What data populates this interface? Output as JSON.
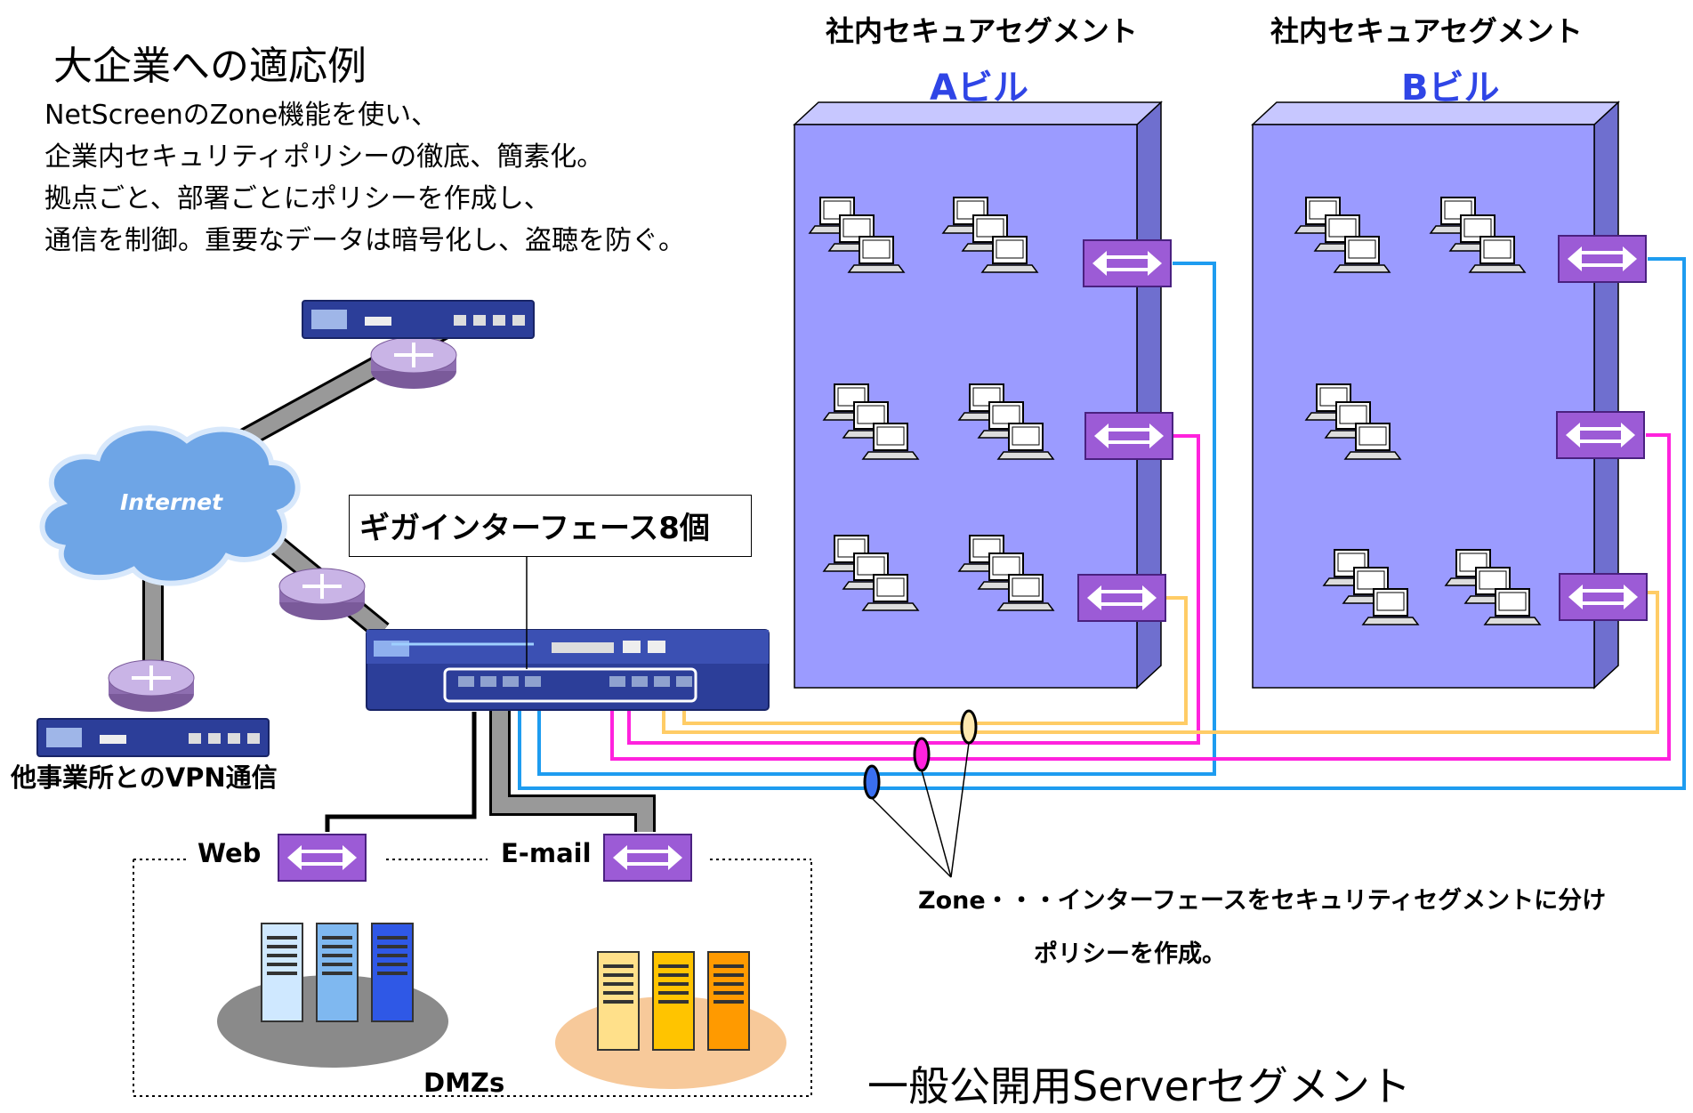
{
  "title": "大企業への適応例",
  "description": [
    "NetScreenのZone機能を使い、",
    "企業内セキュリティポリシーの徹底、簡素化。",
    "拠点ごと、部署ごとにポリシーを作成し、",
    "通信を制御。重要なデータは暗号化し、盗聴を防ぐ。"
  ],
  "segments": [
    {
      "header": "社内セキュアセグメント",
      "building": "Aビル"
    },
    {
      "header": "社内セキュアセグメント",
      "building": "Bビル"
    }
  ],
  "internet_label": "Internet",
  "callout": "ギガインターフェース8個",
  "vpn_label": "他事業所とのVPN通信",
  "dmz": {
    "web": "Web",
    "email": "E-mail",
    "label": "DMZs"
  },
  "zone_note": {
    "line1": "Zone・・・インターフェースをセキュリティセグメントに分け",
    "line2": "ポリシーを作成。"
  },
  "public_segment": "一般公開用Serverセグメント",
  "colors": {
    "building_fill": "#9b9bff",
    "building_side": "#6f6fcf",
    "switch_fill": "#9c5bd6",
    "line_blue": "#1e9cf0",
    "line_magenta": "#ff22dd",
    "line_orange": "#ffcc66",
    "heading_blue": "#2f45e6"
  }
}
